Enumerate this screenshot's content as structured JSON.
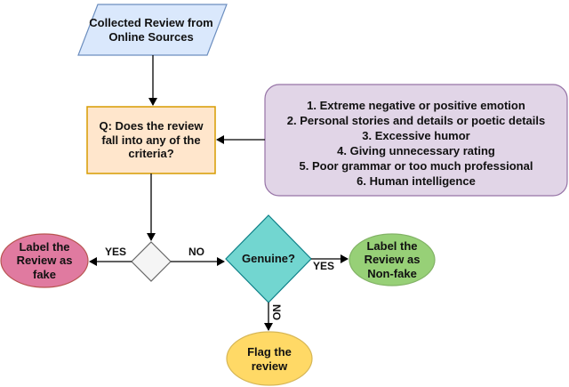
{
  "source": {
    "label": "Collected Review from Online Sources"
  },
  "question": {
    "label": "Q: Does the review fall into any of the criteria?"
  },
  "criteria": [
    "1. Extreme negative or positive emotion",
    "2. Personal stories and details or poetic details",
    "3. Excessive humor",
    "4. Giving unnecessary rating",
    "5. Poor grammar or too much professional",
    "6. Human intelligence"
  ],
  "fake_label": {
    "label": "Label the Review as fake"
  },
  "genuine": {
    "label": "Genuine?"
  },
  "nonfake_label": {
    "label": "Label the Review as Non-fake"
  },
  "flag": {
    "label": "Flag the review"
  },
  "edges": {
    "yes_left": "YES",
    "no_right": "NO",
    "yes_right": "YES",
    "no_down": "NO"
  },
  "colors": {
    "source_fill": "#dae8fc",
    "source_stroke": "#6c8ebf",
    "question_fill": "#ffe6cc",
    "question_stroke": "#d79b00",
    "criteria_fill": "#e1d5e7",
    "criteria_stroke": "#9673a6",
    "fake_fill": "#e07aa0",
    "fake_stroke": "#b85450",
    "genuine_fill": "#72d6d0",
    "genuine_stroke": "#0e8088",
    "nonfake_fill": "#97d077",
    "nonfake_stroke": "#82b366",
    "flag_fill": "#ffd966",
    "flag_stroke": "#d6b656"
  }
}
